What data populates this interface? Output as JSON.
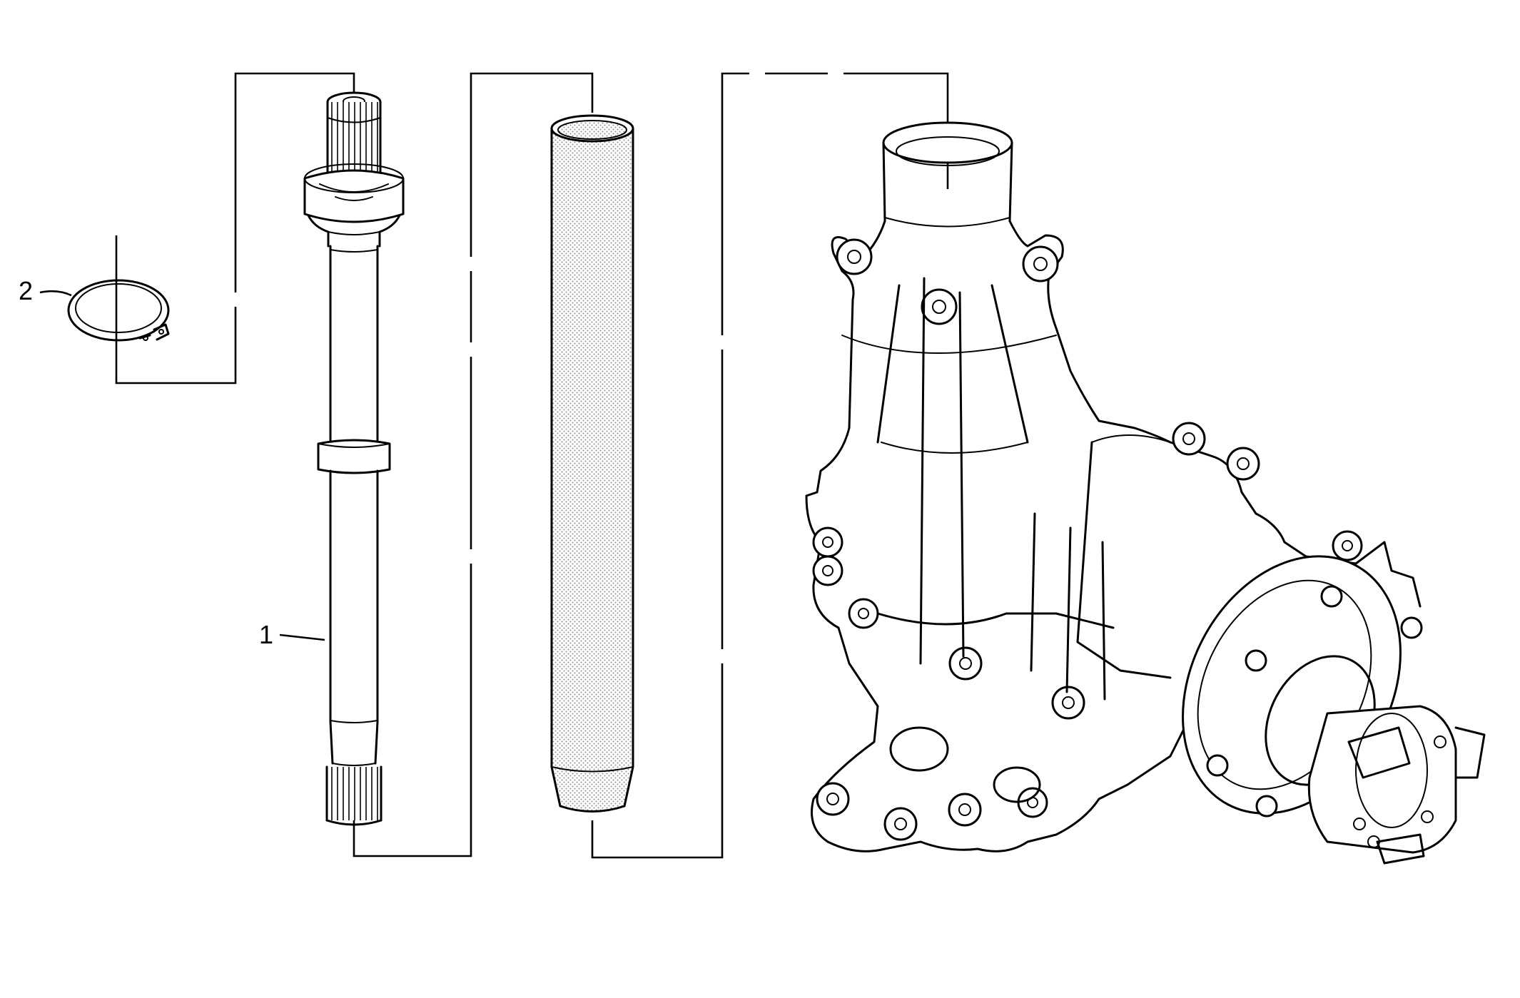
{
  "callouts": [
    {
      "id": "1",
      "label": "1",
      "part": "shaft"
    },
    {
      "id": "2",
      "label": "2",
      "part": "retaining-ring"
    }
  ],
  "colors": {
    "line": "#000000",
    "background": "#ffffff",
    "tube_texture": "#8a8a8a"
  }
}
